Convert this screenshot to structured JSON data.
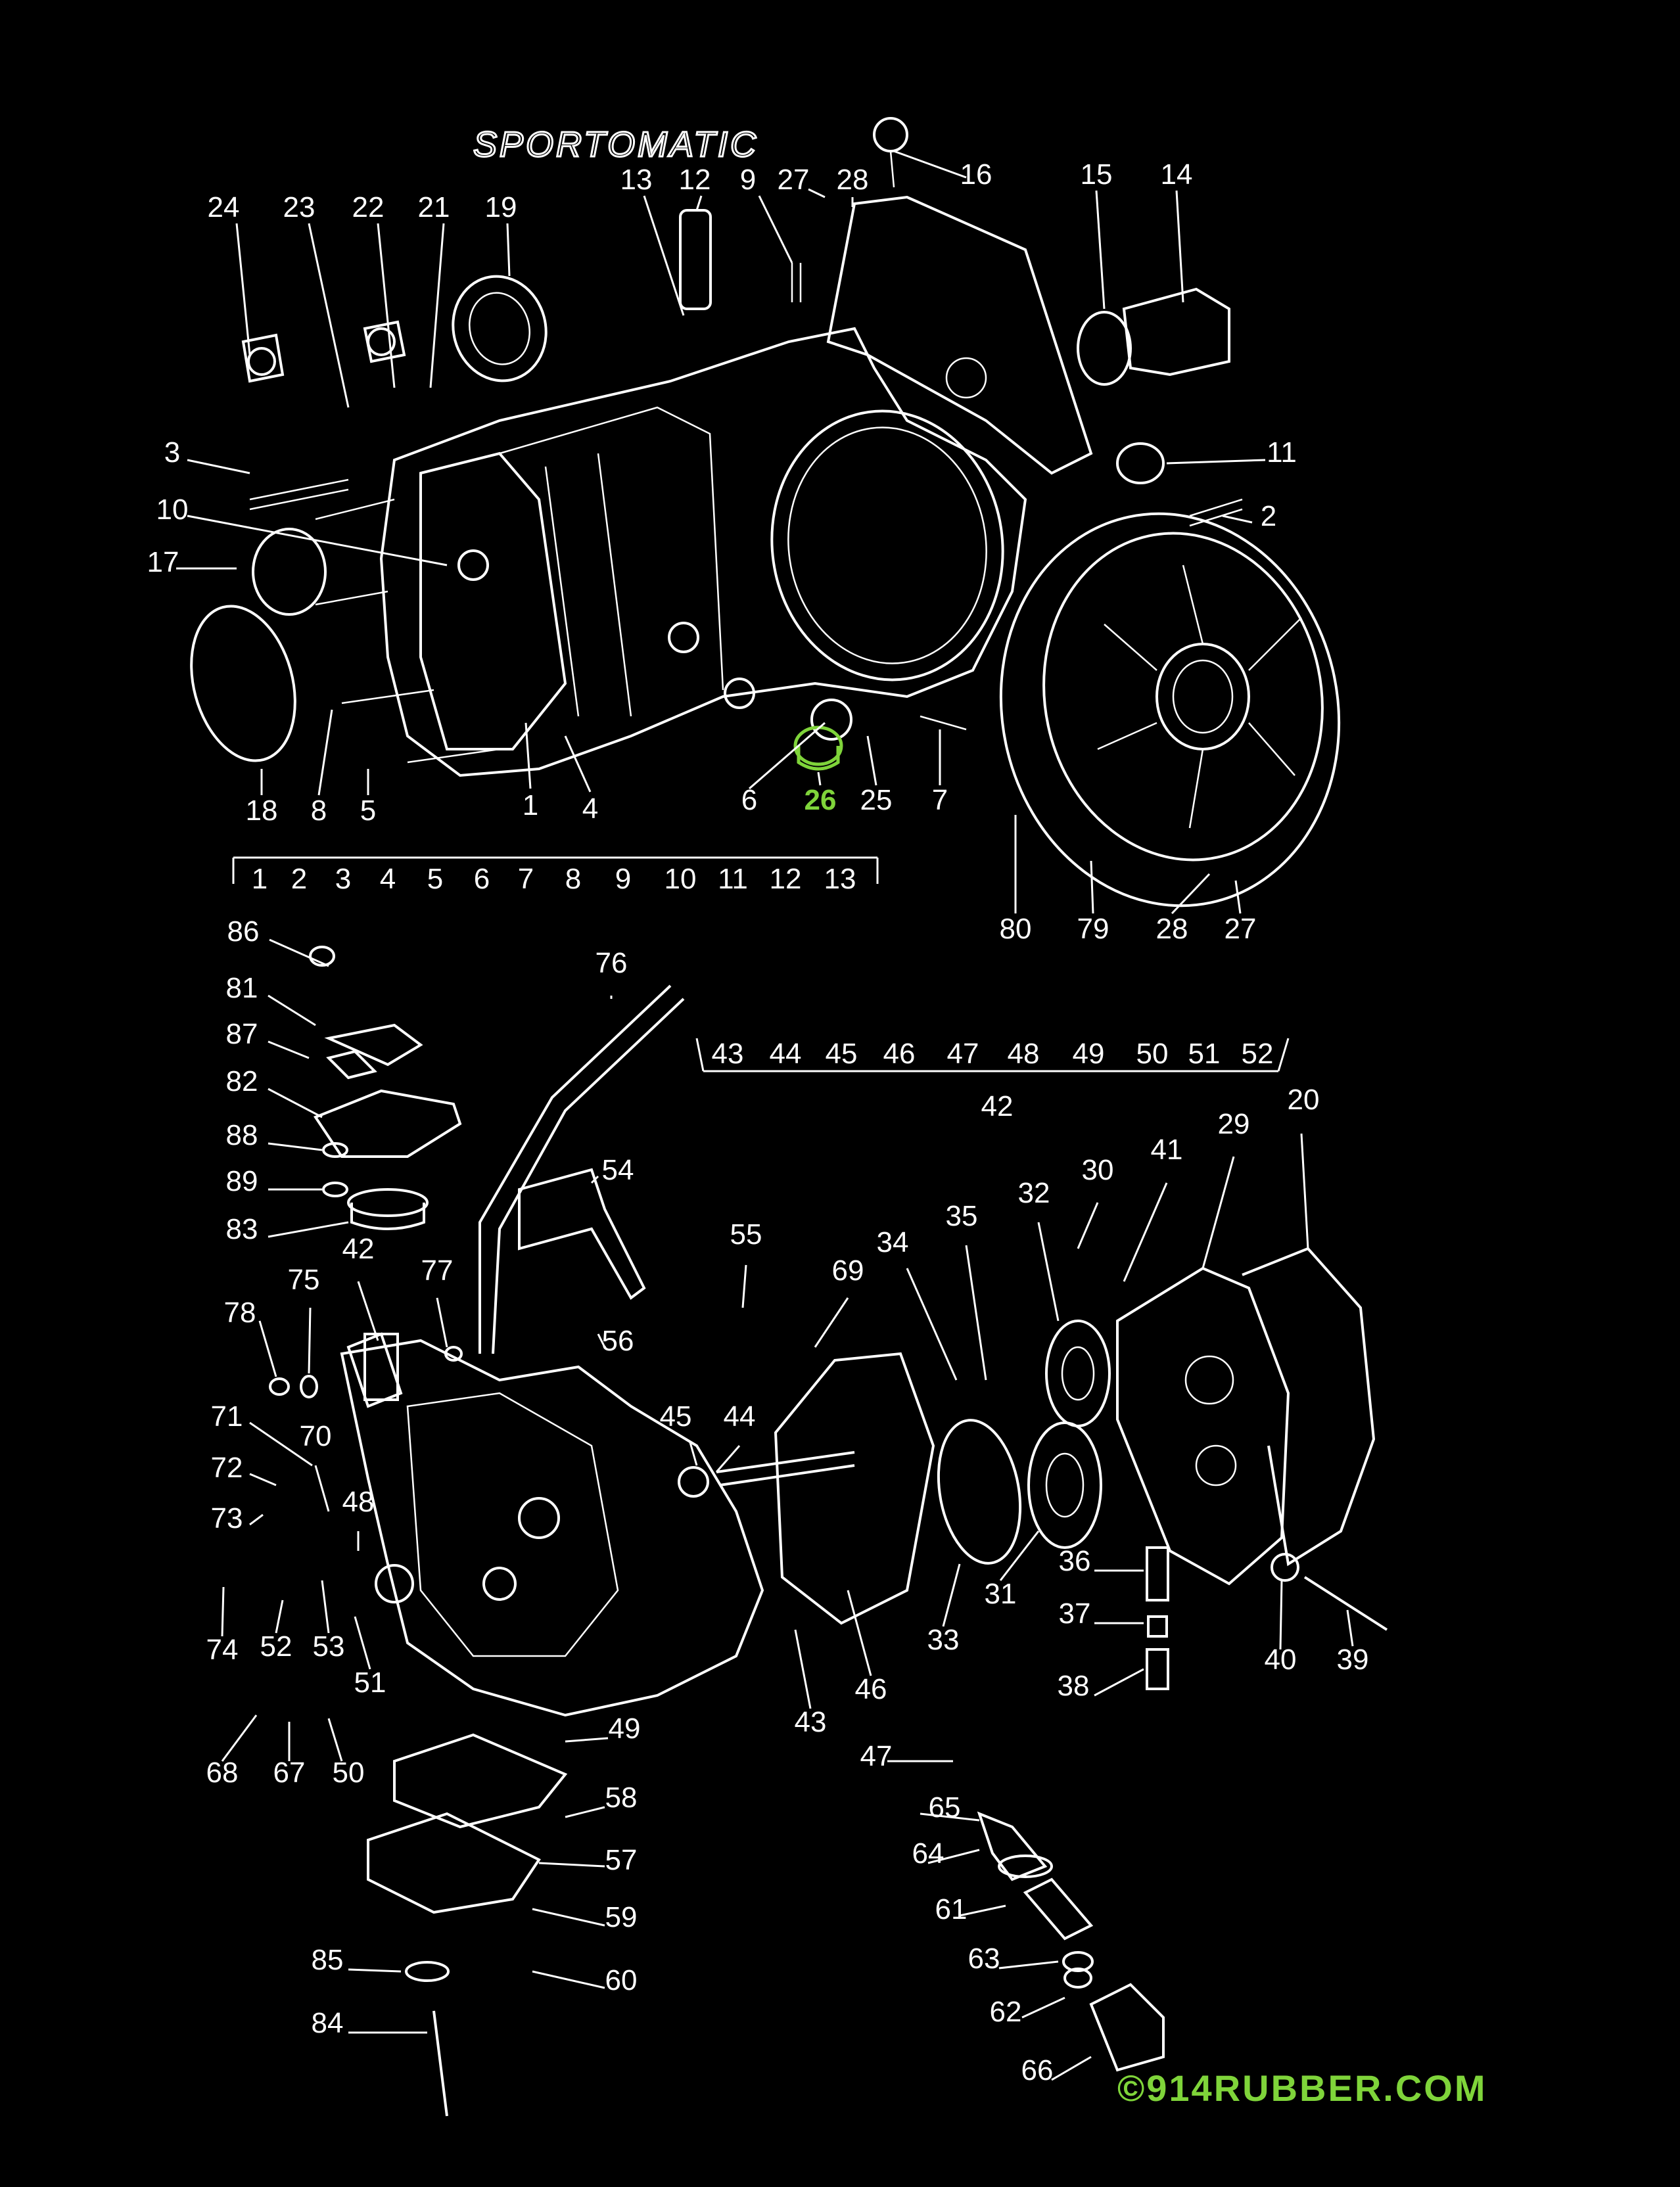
{
  "diagram": {
    "title": "SPORTOMATIC",
    "highlight_color": "#7fd43a",
    "background": "#000000",
    "line_color": "#ffffff"
  },
  "footer": {
    "copyright": "©914RUBBER.COM",
    "color": "#7fd43a"
  },
  "upper_callouts": [
    "24",
    "23",
    "22",
    "21",
    "19",
    "13",
    "12",
    "9",
    "27",
    "28",
    "16",
    "15",
    "14",
    "3",
    "11",
    "2",
    "10",
    "17",
    "18",
    "8",
    "5",
    "1",
    "4",
    "6",
    "26",
    "25",
    "7",
    "80",
    "79",
    "28",
    "27"
  ],
  "upper_group": {
    "items": [
      "1",
      "2",
      "3",
      "4",
      "5",
      "6",
      "7",
      "8",
      "9",
      "10",
      "11",
      "12",
      "13"
    ]
  },
  "lower_group": {
    "label": "42",
    "items": [
      "43",
      "44",
      "45",
      "46",
      "47",
      "48",
      "49",
      "50",
      "51",
      "52"
    ]
  },
  "lower_callouts": [
    "86",
    "81",
    "87",
    "82",
    "88",
    "89",
    "83",
    "42",
    "78",
    "75",
    "77",
    "76",
    "54",
    "56",
    "55",
    "69",
    "34",
    "35",
    "32",
    "30",
    "41",
    "29",
    "20",
    "71",
    "70",
    "72",
    "73",
    "48",
    "45",
    "44",
    "74",
    "52",
    "53",
    "51",
    "43",
    "46",
    "33",
    "31",
    "36",
    "37",
    "38",
    "40",
    "39",
    "68",
    "67",
    "50",
    "49",
    "58",
    "47",
    "65",
    "64",
    "57",
    "59",
    "61",
    "63",
    "85",
    "60",
    "62",
    "84",
    "66"
  ],
  "highlighted_part": "26"
}
